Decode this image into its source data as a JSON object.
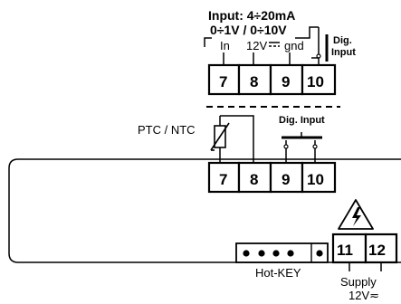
{
  "top_block": {
    "input_line1": "Input: 4÷20mA",
    "input_line2": "0÷1V / 0÷10V",
    "in_label": "In",
    "v12_label": "12V",
    "gnd_label": "gnd",
    "dig_label_1": "Dig.",
    "dig_label_2": "Input",
    "terminals": [
      "7",
      "8",
      "9",
      "10"
    ]
  },
  "bottom_block": {
    "ptc_label": "PTC / NTC",
    "dig_input_label": "Dig. Input",
    "terminals": [
      "7",
      "8",
      "9",
      "10"
    ],
    "supply_terminals": [
      "11",
      "12"
    ],
    "hotkey_label": "Hot-KEY",
    "supply_label": "Supply",
    "supply_voltage": "12V≂"
  },
  "icons": [
    "warning-high-voltage-icon",
    "dc-symbol-icon",
    "thermistor-symbol-icon",
    "switch-symbol-icon"
  ]
}
